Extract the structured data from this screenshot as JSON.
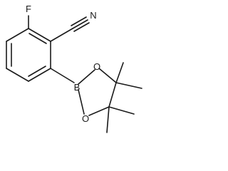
{
  "structure": {
    "atoms": {
      "fluorine": "F",
      "nitrogen": "N",
      "boron": "B",
      "oxygen_upper": "O",
      "oxygen_lower": "O"
    }
  }
}
